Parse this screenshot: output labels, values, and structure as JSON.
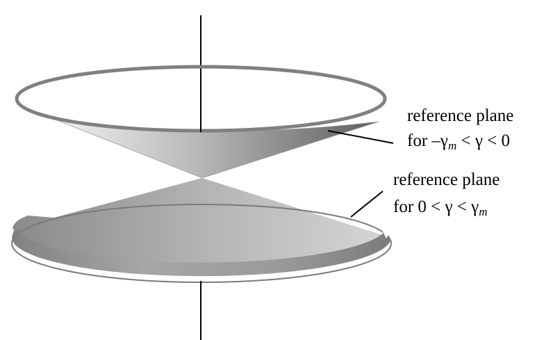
{
  "labels": {
    "upper": {
      "line1": "reference plane",
      "line2_prefix": "for –γ",
      "line2_sub": "m",
      "line2_rest": " < γ < 0"
    },
    "lower": {
      "line1": "reference plane",
      "line2_prefix": "for 0 < γ < γ",
      "line2_sub": "m"
    }
  },
  "colors": {
    "axis": "#000000",
    "rim": "#808080",
    "upper_cone_light": "#f2f2f2",
    "upper_cone_dark": "#6e6e6e",
    "lower_cone_light": "#bfbfbf",
    "lower_cone_dark": "#7a7a7a"
  }
}
